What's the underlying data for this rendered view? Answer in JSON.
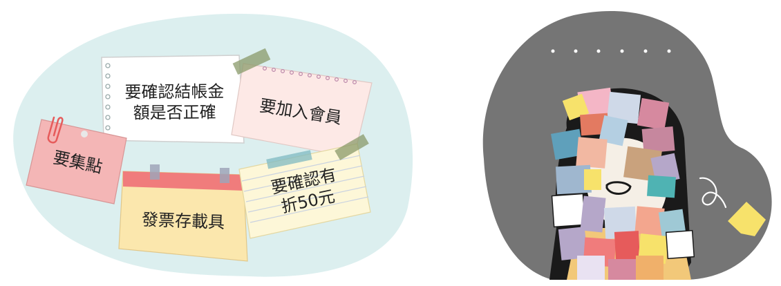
{
  "notes": {
    "confirm_amount": "要確認結帳金\n額是否正確",
    "join_member": "要加入會員",
    "collect_points": "要集點",
    "invoice_carrier": "發票存載具",
    "check_discount": "要確認有\n折50元"
  },
  "colors": {
    "left_blob": "#dcefef",
    "right_blob": "#757575",
    "pink_note": "#f4b6b6",
    "yellow_note": "#fbe7ad",
    "calendar_header": "#f07c7c",
    "lined_note": "#fdf7d8",
    "peach_note": "#fde9e6",
    "white_note": "#ffffff",
    "tape": "#8a9a6a",
    "sticky_yellow": "#f7e26b"
  },
  "icons": {
    "dots": "dotted-thought-icon",
    "swirl": "swirl-icon",
    "clip": "paperclip-icon"
  }
}
